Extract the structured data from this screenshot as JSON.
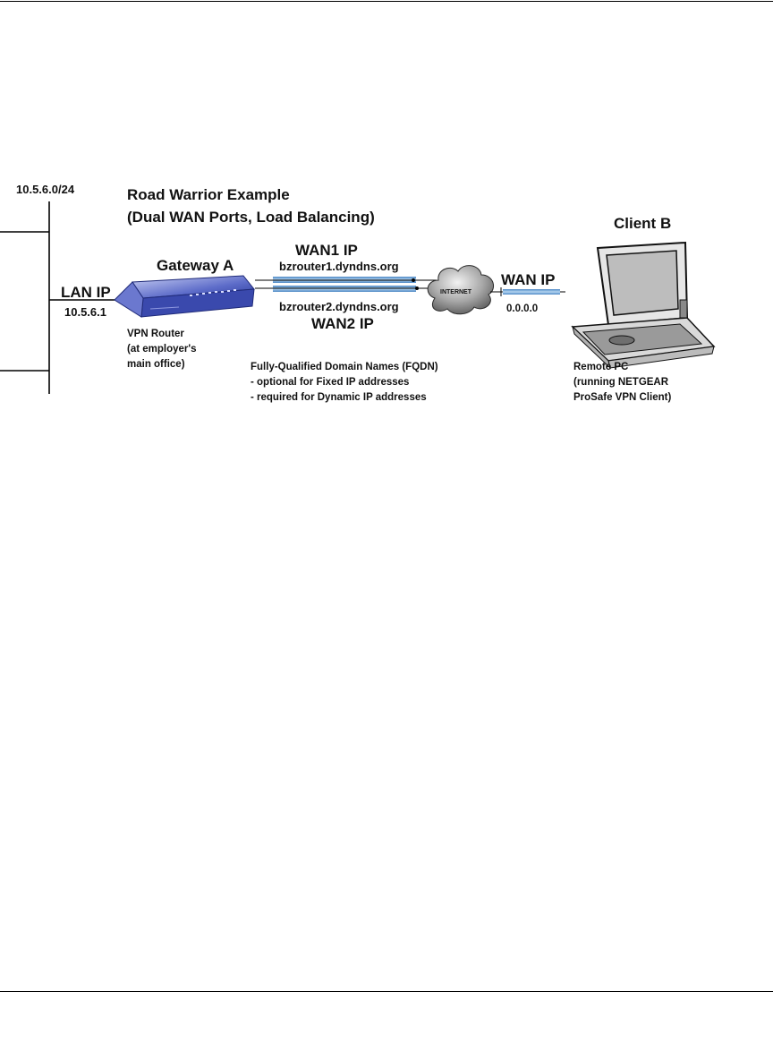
{
  "diagram": {
    "subnet_label": "10.5.6.0/24",
    "title_line1": "Road Warrior Example",
    "title_line2": "(Dual WAN Ports, Load Balancing)",
    "lan_ip_label": "LAN IP",
    "lan_ip_value": "10.5.6.1",
    "gateway_label": "Gateway A",
    "gateway_desc": [
      "VPN Router",
      "(at employer's",
      "main office)"
    ],
    "wan1_label": "WAN1 IP",
    "wan1_host": "bzrouter1.dyndns.org",
    "wan2_host": "bzrouter2.dyndns.org",
    "wan2_label": "WAN2 IP",
    "internet_label": "INTERNET",
    "client_wan_label": "WAN IP",
    "client_wan_value": "0.0.0.0",
    "client_label": "Client B",
    "client_desc": [
      "Remote PC",
      "(running NETGEAR",
      "ProSafe VPN Client)"
    ],
    "fqdn_notes": [
      "Fully-Qualified Domain Names (FQDN)",
      "- optional for Fixed IP addresses",
      "- required for Dynamic IP addresses"
    ],
    "colors": {
      "link": "#7fb2dc",
      "router": "#3e4fb0",
      "cloud": "#8c8c8c"
    },
    "icons": {
      "router": "router-icon",
      "cloud": "internet-cloud-icon",
      "laptop": "laptop-icon"
    }
  }
}
